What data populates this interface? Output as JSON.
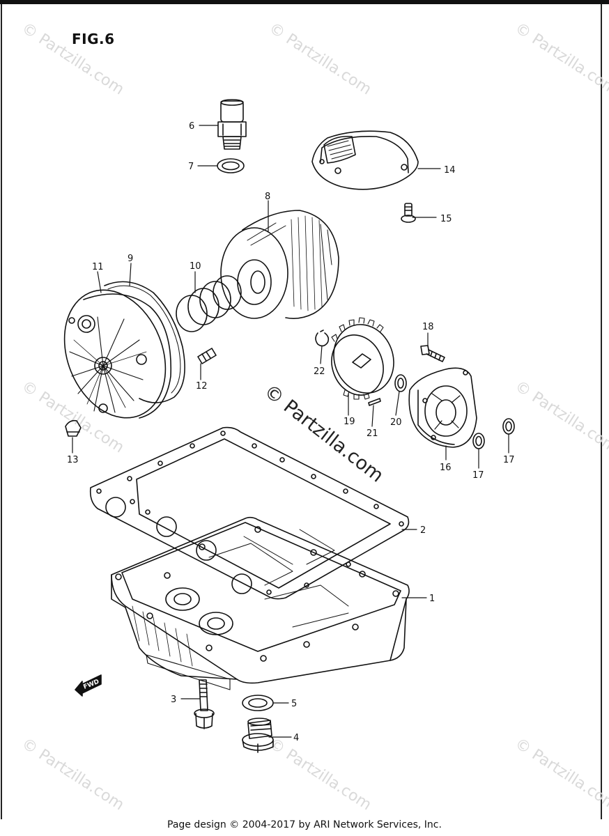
{
  "figure": {
    "title": "FIG.6"
  },
  "footer": {
    "text": "Page design © 2004-2017 by ARI Network Services, Inc."
  },
  "watermark": {
    "text": "© Partzilla.com",
    "center_text": "© Partzilla.com"
  },
  "fwd_label": "FWD",
  "callouts": [
    "1",
    "2",
    "3",
    "4",
    "5",
    "6",
    "7",
    "8",
    "9",
    "10",
    "11",
    "12",
    "13",
    "14",
    "15",
    "16",
    "17",
    "17",
    "18",
    "19",
    "20",
    "21",
    "22"
  ]
}
